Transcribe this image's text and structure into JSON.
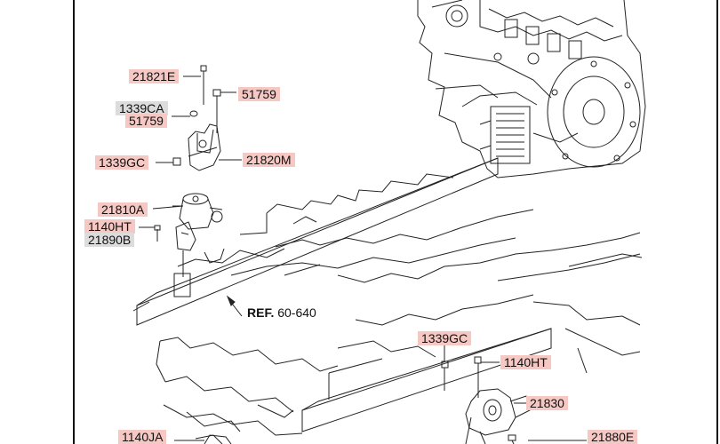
{
  "colors": {
    "highlight_red": "#f6c8c4",
    "highlight_grey": "#dcdcdc",
    "line": "#222222"
  },
  "callouts": {
    "c21821e": "21821E",
    "c51759a": "51759",
    "c1339ca": "1339CA",
    "c51759b": "51759",
    "c1339gc_top": "1339GC",
    "c21820m": "21820M",
    "c21810a": "21810A",
    "c1140ht_left": "1140HT",
    "c21890b": "21890B",
    "c1339gc_bottom": "1339GC",
    "c1140ht_right": "1140HT",
    "c21830": "21830",
    "c1140ja": "1140JA",
    "c21880e": "21880E"
  },
  "reference": {
    "prefix": "REF.",
    "number": "60-640"
  }
}
